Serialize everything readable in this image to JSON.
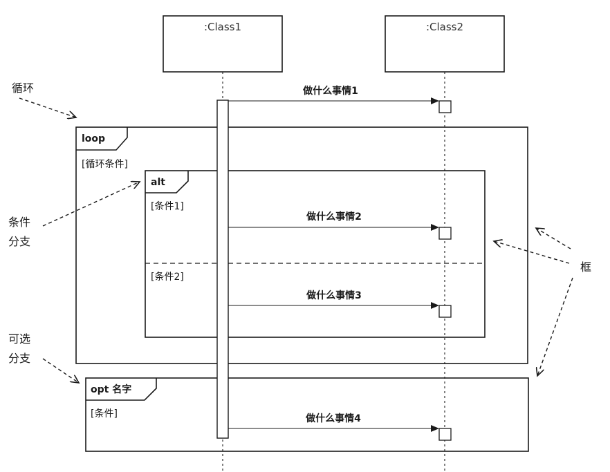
{
  "lifelines": [
    {
      "id": "class1",
      "label": ":Class1"
    },
    {
      "id": "class2",
      "label": ":Class2"
    }
  ],
  "messages": [
    {
      "id": "m1",
      "label": "做什么事情1"
    },
    {
      "id": "m2",
      "label": "做什么事情2"
    },
    {
      "id": "m3",
      "label": "做什么事情3"
    },
    {
      "id": "m4",
      "label": "做什么事情4"
    }
  ],
  "fragments": {
    "loop": {
      "operator": "loop",
      "guard": "[循环条件]"
    },
    "alt": {
      "operator": "alt",
      "guard1": "[条件1]",
      "guard2": "[条件2]"
    },
    "opt": {
      "operator": "opt 名字",
      "guard": "[条件]"
    }
  },
  "annotations": {
    "loop_note": "循环",
    "alt_note_line1": "条件",
    "alt_note_line2": "分支",
    "opt_note_line1": "可选",
    "opt_note_line2": "分支",
    "frame_note": "框"
  }
}
